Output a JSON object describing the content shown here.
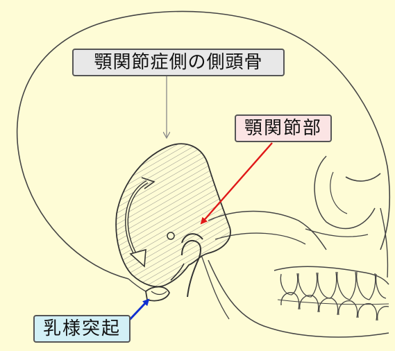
{
  "labels": {
    "temporal_bone": "顎関節症側の側頭骨",
    "tmj": "顎関節部",
    "mastoid": "乳様突起"
  },
  "colors": {
    "background": "#fefcd6",
    "line": "#444444",
    "temporal_arrow": "#888888",
    "tmj_arrow": "#e01818",
    "mastoid_arrow": "#1030d0",
    "temporal_label_bg": "#e8e8e8",
    "tmj_label_bg": "#fbe4e4",
    "mastoid_label_bg": "#d2f0f6"
  }
}
